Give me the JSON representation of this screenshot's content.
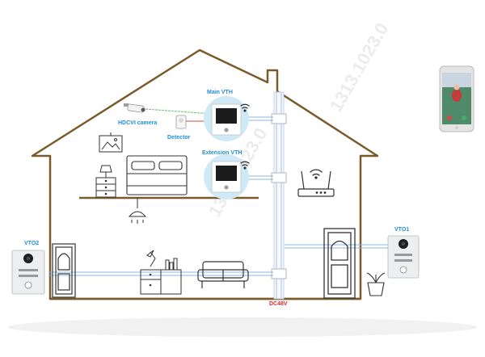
{
  "labels": {
    "main_vth": "Main VTH",
    "extension_vth": "Extension VTH",
    "hdcvi_camera": "HDCVI camera",
    "detector": "Detector",
    "vto1": "VTO1",
    "vto2": "VTO2",
    "dc48v": "DC48V"
  },
  "watermark": "1313.1023.0",
  "colors": {
    "house_outline": "#7a5a2a",
    "cable": "#8fb6e0",
    "label_blue": "#1f8fd6",
    "label_red": "#d42a2a",
    "green_link": "#7fc77f",
    "red_link": "#d64545",
    "vth_glow": "#cfe9f7"
  },
  "icons": [
    "wifi-icon",
    "router-icon",
    "smartphone-icon",
    "picture-frame-icon",
    "bed-icon",
    "nightstand-icon",
    "lamp-icon",
    "ceiling-light-icon",
    "desk-icon",
    "sofa-icon",
    "door-icon",
    "plant-icon",
    "camera-icon",
    "detector-icon",
    "vth-panel-icon",
    "vto-panel-icon"
  ]
}
